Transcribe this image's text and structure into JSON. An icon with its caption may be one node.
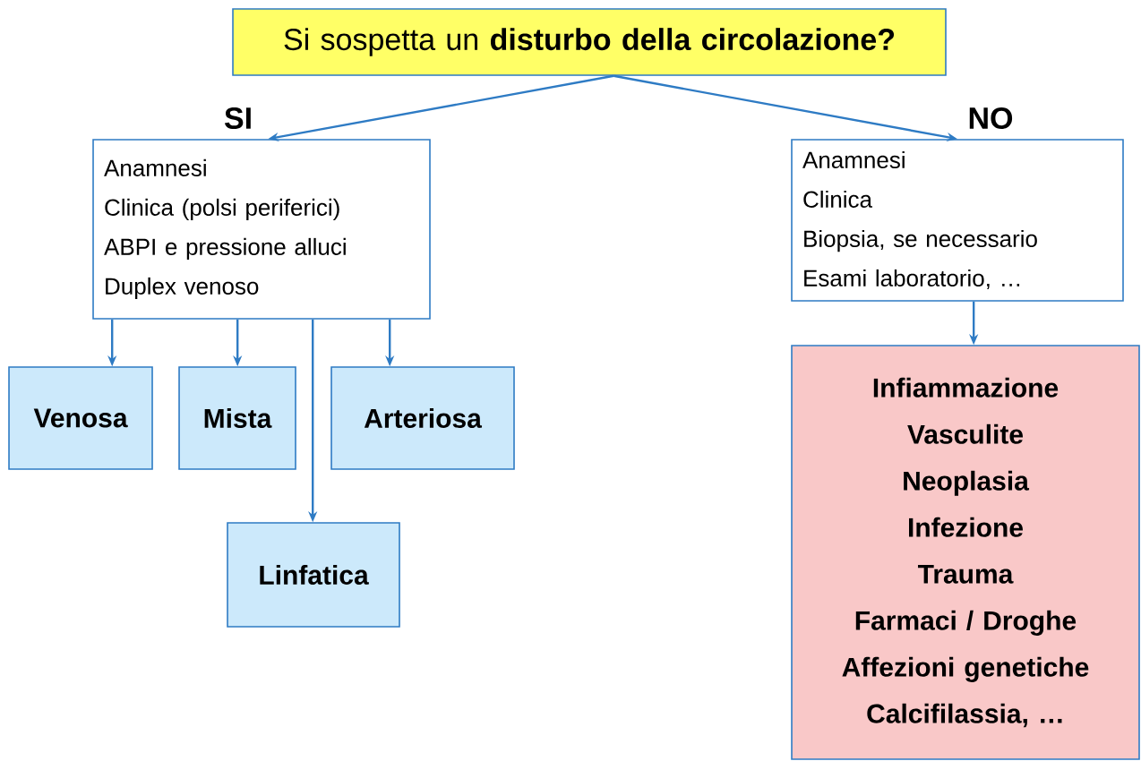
{
  "diagram": {
    "nodes": [
      {
        "text": [
          "Si sospetta un **disturbo della circolazione?**"
        ]
      },
      {
        "text": [
          "Anamnesi",
          "Clinica (polsi periferici)",
          "ABPI e pressione alluci",
          "Duplex venoso"
        ]
      },
      {
        "text": [
          "Anamnesi",
          "Clinica",
          "Biopsia, se necessario",
          "Esami laboratorio, …"
        ]
      },
      {
        "text": [
          "Venosa"
        ]
      },
      {
        "text": [
          "Mista"
        ]
      },
      {
        "text": [
          "Arteriosa"
        ]
      },
      {
        "text": [
          "Linfatica"
        ]
      },
      {
        "text": [
          "Infiammazione",
          "Vasculite",
          "Neoplasia",
          "Infezione",
          "Trauma",
          "Farmaci / Droghe",
          "Affezioni genetiche",
          "Calcifilassia, …"
        ]
      }
    ],
    "edges": [
      {
        "from": 0,
        "to": 1,
        "arrow": "to",
        "label": "SI"
      },
      {
        "from": 0,
        "to": 2,
        "arrow": "to",
        "label": "NO"
      },
      {
        "from": 1,
        "to": 3,
        "arrow": "to"
      },
      {
        "from": 1,
        "to": 4,
        "arrow": "to"
      },
      {
        "from": 1,
        "to": 5,
        "arrow": "to"
      },
      {
        "from": 1,
        "to": 6,
        "arrow": "to"
      },
      {
        "from": 2,
        "to": 7,
        "arrow": "to"
      }
    ]
  }
}
